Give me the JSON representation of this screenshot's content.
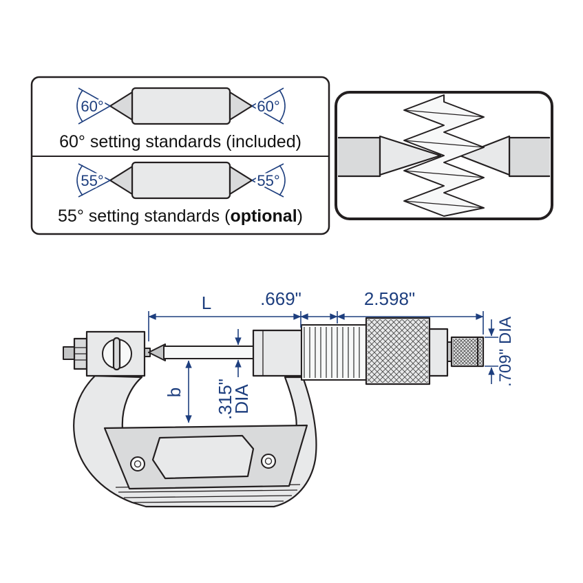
{
  "colors": {
    "line": "#231f20",
    "dim": "#1d3e7e",
    "fill-light": "#e8e9ea",
    "fill-mid": "#d9dadb",
    "fill-dark": "#c4c5c6",
    "text": "#111111"
  },
  "standards_panel": {
    "row60": {
      "left_angle": "60°",
      "right_angle": "60°",
      "caption": "60° setting standards (included)"
    },
    "row55": {
      "left_angle": "55°",
      "right_angle": "55°",
      "caption_prefix": "55° setting standards (",
      "caption_bold": "optional",
      "caption_suffix": ")"
    }
  },
  "dimensions": {
    "overall": "L",
    "sleeve": ".669\"",
    "thimble": "2.598\"",
    "ratchet_dia": ".709\" DIA",
    "throat": "b",
    "spindle_dia": ".315\"",
    "spindle_dia_unit": "DIA"
  }
}
